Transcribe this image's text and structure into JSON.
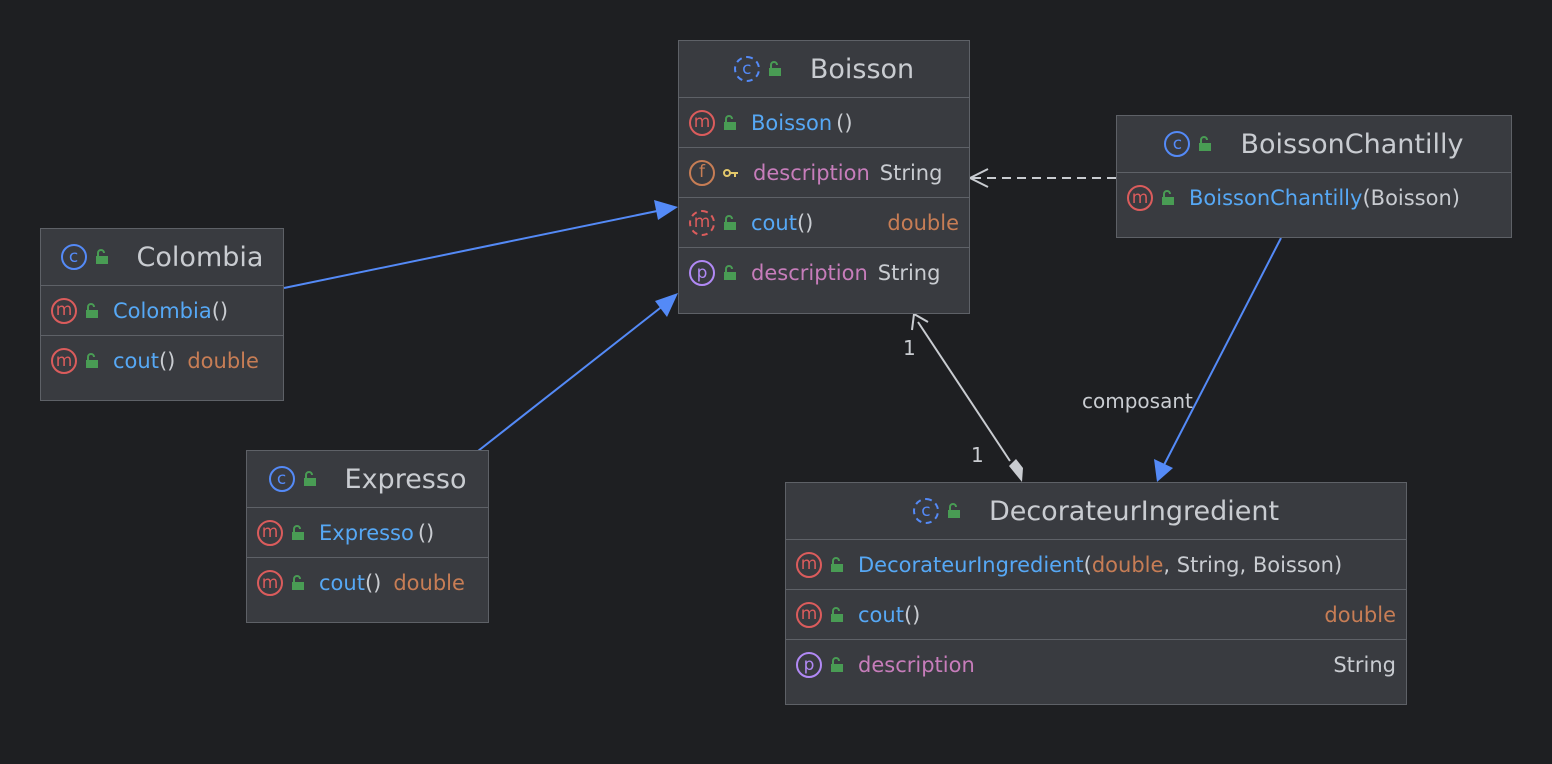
{
  "colors": {
    "background": "#1e1f22",
    "node": "#393b40",
    "border": "#5e6167",
    "method": "#56a8f5",
    "property": "#c77dbb",
    "type": "#c77d55",
    "arrow": "#548af7",
    "dependency": "#c9ccd1"
  },
  "classes": {
    "boisson": {
      "name": "Boisson",
      "members": [
        {
          "icon": "method-icon",
          "name": "Boisson",
          "params": "()",
          "type": ""
        },
        {
          "icon": "field-icon",
          "name": "description",
          "params": "",
          "type": "String"
        },
        {
          "icon": "abstract-method-icon",
          "name": "cout",
          "params": "()",
          "type": "double"
        },
        {
          "icon": "property-icon",
          "name": "description",
          "params": "",
          "type": "String"
        }
      ]
    },
    "colombia": {
      "name": "Colombia",
      "members": [
        {
          "icon": "method-icon",
          "name": "Colombia",
          "params": "()",
          "type": ""
        },
        {
          "icon": "method-icon",
          "name": "cout",
          "params": "()",
          "type": "double"
        }
      ]
    },
    "expresso": {
      "name": "Expresso",
      "members": [
        {
          "icon": "method-icon",
          "name": "Expresso",
          "params": "()",
          "type": ""
        },
        {
          "icon": "method-icon",
          "name": "cout",
          "params": "()",
          "type": "double"
        }
      ]
    },
    "boisson_chantilly": {
      "name": "BoissonChantilly",
      "members": [
        {
          "icon": "method-icon",
          "name": "BoissonChantilly",
          "params_open": "(",
          "param1": "Boisson",
          "params_close": ")"
        }
      ]
    },
    "decorateur": {
      "name": "DecorateurIngredient",
      "members": [
        {
          "icon": "method-icon",
          "name": "DecorateurIngredient",
          "p_open": "(",
          "p1": "double",
          "p_sep1": ", ",
          "p2": "String",
          "p_sep2": ", ",
          "p3": "Boisson",
          "p_close": ")"
        },
        {
          "icon": "method-icon",
          "name": "cout",
          "params": "()",
          "type": "double"
        },
        {
          "icon": "property-icon",
          "name": "description",
          "params": "",
          "type": "String"
        }
      ]
    }
  },
  "edges": {
    "composition_label": "composant",
    "multiplicity_top": "1",
    "multiplicity_bottom": "1"
  }
}
